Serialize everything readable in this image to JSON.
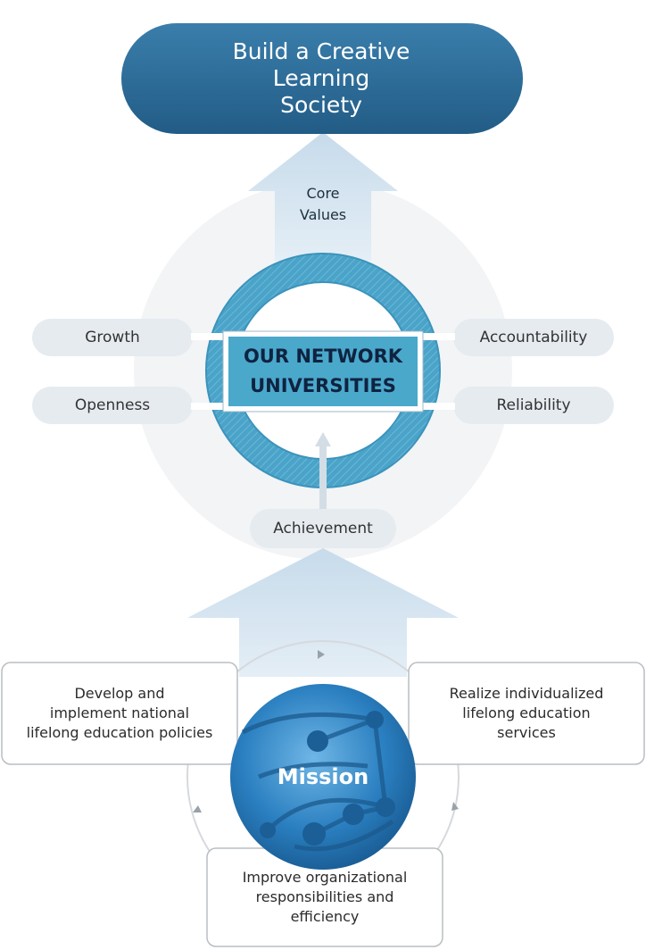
{
  "goal": {
    "text": "Build a Creative\nLearning\nSociety"
  },
  "core_values_label": "Core\nValues",
  "center_title": "OUR NETWORK\nUNIVERSITIES",
  "values": {
    "growth": "Growth",
    "openness": "Openness",
    "accountability": "Accountability",
    "reliability": "Reliability",
    "achievement": "Achievement"
  },
  "mission": {
    "label": "Mission",
    "items": {
      "left": "Develop and\nimplement national\nlifelong education policies",
      "right": "Realize individualized\nlifelong education\nservices",
      "bottom": "Improve organizational\nresponsibilities and\nefficiency"
    }
  },
  "colors": {
    "goal_fill": "#2c6d97",
    "ring": "#4ba3c9",
    "center_box": "#4aa8cb",
    "arrow": "#cfe0ee",
    "pill": "#e6ebf0",
    "mission_globe": "#2a7fc0"
  }
}
